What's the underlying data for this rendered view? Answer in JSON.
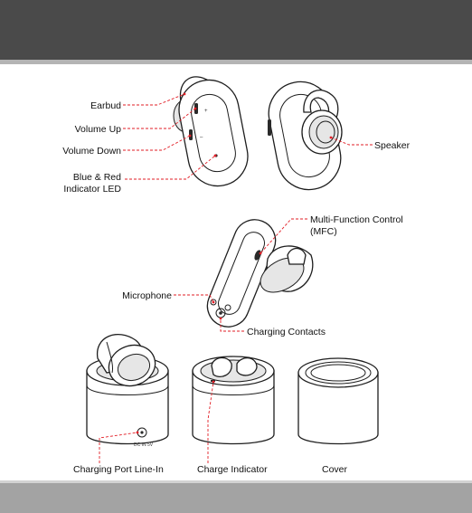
{
  "labels": {
    "earbud": "Earbud",
    "volume_up": "Volume Up",
    "volume_down": "Volume Down",
    "led_line1": "Blue & Red",
    "led_line2": "Indicator LED",
    "speaker": "Speaker",
    "mfc_line1": "Multi-Function Control",
    "mfc_line2": "(MFC)",
    "microphone": "Microphone",
    "charging_contacts": "Charging Contacts",
    "charging_port": "Charging Port Line-In",
    "charge_indicator": "Charge Indicator",
    "cover": "Cover"
  },
  "colors": {
    "header": "#4a4a4a",
    "footer": "#a3a3a3",
    "leader": "#e21e26"
  }
}
